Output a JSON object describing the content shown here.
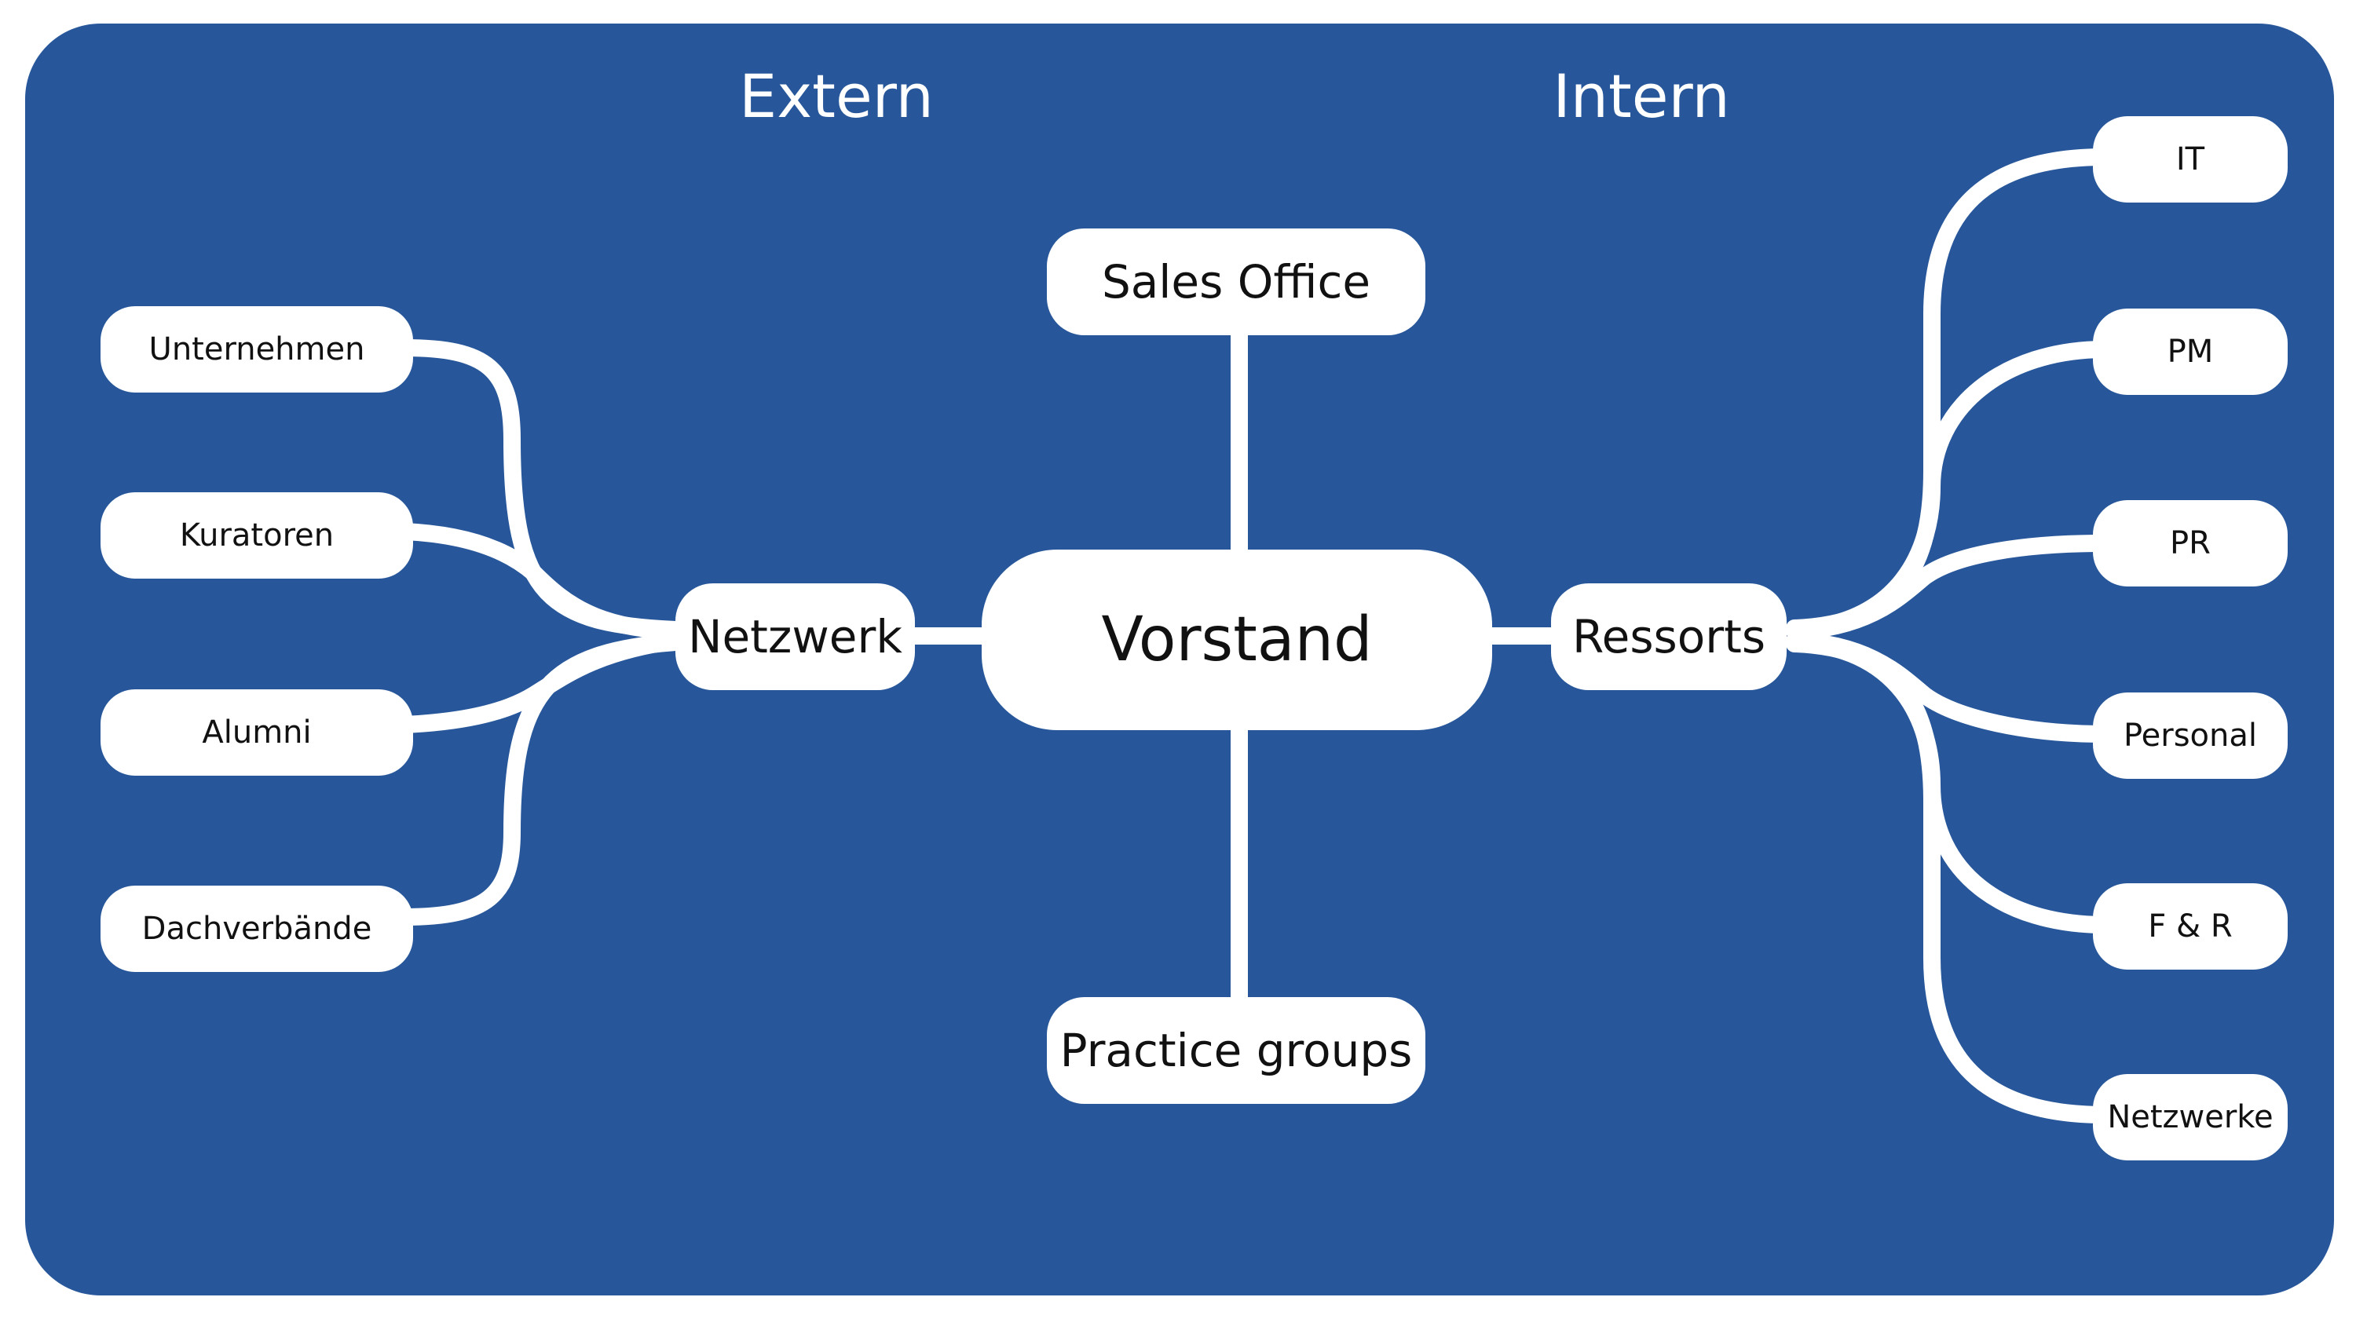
{
  "colors": {
    "panel": "#27579a",
    "node_fill": "#ffffff",
    "node_text": "#111111",
    "connector": "#ffffff",
    "section_text": "#ffffff"
  },
  "sections": {
    "left": "Extern",
    "right": "Intern"
  },
  "center": {
    "label": "Vorstand"
  },
  "top": {
    "label": "Sales Office"
  },
  "bottom": {
    "label": "Practice groups"
  },
  "left_hub": {
    "label": "Netzwerk",
    "children": [
      "Unternehmen",
      "Kuratoren",
      "Alumni",
      "Dachverbände"
    ]
  },
  "right_hub": {
    "label": "Ressorts",
    "children": [
      "IT",
      "PM",
      "PR",
      "Personal",
      "F & R",
      "Netzwerke"
    ]
  }
}
